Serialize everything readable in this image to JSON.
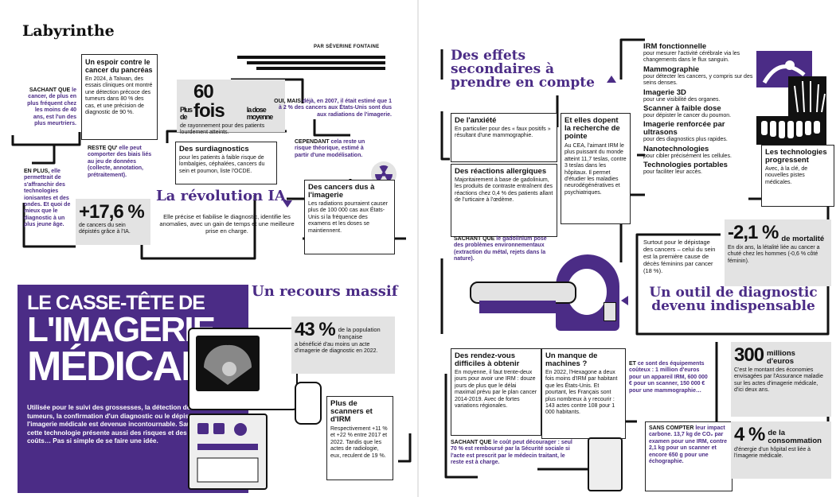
{
  "magazine": {
    "section": "Labyrinthe",
    "byline": "PAR SÉVERINE FONTAINE"
  },
  "colors": {
    "purple": "#4b2c86",
    "gray": "#e3e3e3",
    "ink": "#111111"
  },
  "left": {
    "espoir": {
      "title": "Un espoir contre le cancer du pancréas",
      "body": "En 2024, à Taïwan, des essais cliniques ont montré une détection précoce des tumeurs dans 80 % des cas, et une précision de diagnostic de 90 %."
    },
    "sachant1": {
      "lead": "SACHANT QUE",
      "body": "le cancer, de plus en plus fréquent chez les moins de 40 ans, est l'un des plus meurtriers."
    },
    "reste": {
      "lead": "RESTE QU'",
      "body": "elle peut comporter des biais liés au jeu de données (collecte, annotation, prétraitement)."
    },
    "enplus": {
      "lead": "EN PLUS,",
      "body": "elle permettrait de s'affranchir des technologies ionisantes et des ondes. Et quoi de mieux que le diagnostic à un plus jeune âge."
    },
    "plus60": {
      "pre": "Plus de",
      "big": "60 fois",
      "post": "la dose moyenne",
      "body": "de rayonnement pour des patients lourdement atteints."
    },
    "ouimais": {
      "lead": "OUI, MAIS",
      "body": "déjà, en 2007, il était estimé que 1 à 2 % des cancers aux États-Unis sont dus aux radiations de l'imagerie."
    },
    "surdiag": {
      "title": "Des surdiagnostics",
      "body": "pour les patients à faible risque de lombalgies, céphalées, cancers du sein et poumon, liste l'OCDE."
    },
    "cependant": {
      "lead": "CEPENDANT",
      "body": "cela reste un risque théorique, estimé à partir d'une modélisation."
    },
    "cancers": {
      "title": "Des cancers dus à l'imagerie",
      "body": "Les radiations pourraient causer plus de 100 000 cas aux États-Unis si la fréquence des examens et les doses se maintiennent."
    },
    "revolution": {
      "title": "La révolution IA",
      "body": "Elle précise et fiabilise le diagnostic, identifie les anomalies, avec un gain de temps et une meilleure prise en charge."
    },
    "stat176": {
      "big": "+17,6 %",
      "body": "de cancers du sein dépistés grâce à l'IA."
    },
    "hero": {
      "line1": "LE CASSE-TÊTE DE",
      "line2": "L'IMAGERIE",
      "line3": "MÉDICALE",
      "body": "Utilisée pour le suivi des grossesses, la détection des tumeurs, la confirmation d'un diagnostic ou le dépistage, l'imagerie médicale est devenue incontournable. Sauf que cette technologie présente aussi des risques et des coûts… Pas si simple de se faire une idée."
    },
    "recours": {
      "title": "Un recours massif"
    },
    "stat43": {
      "big": "43 %",
      "label": "de la population française",
      "body": "a bénéficié d'au moins un acte d'imagerie de diagnostic en 2022."
    },
    "scanners": {
      "title": "Plus de scanners et d'IRM",
      "body": "Respectivement +11 % et +22 % entre 2017 et 2022. Tandis que les actes de radiologie, eux, reculent de 19 %."
    }
  },
  "right": {
    "effets": {
      "title": "Des effets secondaires à prendre en compte"
    },
    "anxiete": {
      "title": "De l'anxiété",
      "body": "En particulier pour des « faux positifs » résultant d'une mammographie."
    },
    "reactions": {
      "title": "Des réactions allergiques",
      "body": "Majoritairement à base de gadolinium, les produits de contraste entraînent des réactions chez 0,4 % des patients allant de l'urticaire à l'œdème."
    },
    "recherche": {
      "title": "Et elles dopent la recherche de pointe",
      "body": "Au CEA, l'aimant IRM le plus puissant du monde atteint 11,7 teslas, contre 3 teslas dans les hôpitaux. Il permet d'étudier les maladies neurodégénératives et psychiatriques."
    },
    "sachant2": {
      "lead": "SACHANT QUE",
      "body": "le gadolinium pose des problèmes environnementaux (extraction du métal, rejets dans la nature)."
    },
    "techs": [
      {
        "name": "IRM fonctionnelle",
        "desc": "pour mesurer l'activité cérébrale via les changements dans le flux sanguin."
      },
      {
        "name": "Mammographie",
        "desc": "pour détecter les cancers, y compris sur des seins denses."
      },
      {
        "name": "Imagerie 3D",
        "desc": "pour une visibilité des organes."
      },
      {
        "name": "Scanner à faible dose",
        "desc": "pour dépister le cancer du poumon."
      },
      {
        "name": "Imagerie renforcée par ultrasons",
        "desc": "pour des diagnostics plus rapides."
      },
      {
        "name": "Nanotechnologies",
        "desc": "pour cibler précisément les cellules."
      },
      {
        "name": "Technologies portables",
        "desc": "pour faciliter leur accès."
      }
    ],
    "progressent": {
      "title": "Les technologies progressent",
      "body": "Avec, à la clé, de nouvelles pistes médicales."
    },
    "surtout": {
      "body": "Surtout pour le dépistage des cancers – celui du sein est la première cause de décès féminins par cancer (18 %)."
    },
    "mortalite": {
      "big": "-2,1 %",
      "label": "de mortalité",
      "body": "En dix ans, la létalité liée au cancer a chuté chez les hommes (-0,6 % côté féminin)."
    },
    "outil": {
      "title": "Un outil de diagnostic devenu indispensable"
    },
    "rdv": {
      "title": "Des rendez-vous difficiles à obtenir",
      "body": "En moyenne, il faut trente-deux jours pour avoir une IRM : douze jours de plus que le délai maximal prévu par le plan cancer 2014-2019. Avec de fortes variations régionales."
    },
    "manque": {
      "title": "Un manque de machines ?",
      "body": "En 2022, l'Hexagone a deux fois moins d'IRM par habitant que les États-Unis. Et pourtant, les Français sont plus nombreux à y recourir : 143 actes contre 108 pour 1 000 habitants."
    },
    "couteux": {
      "lead": "ET",
      "body": "ce sont des équipements coûteux : 1 million d'euros pour un appareil IRM, 600 000 € pour un scanner, 150 000 € pour une mammographie…"
    },
    "sachant3": {
      "lead": "SACHANT QUE",
      "body": "le coût peut décourager : seul 70 % est remboursé par la Sécurité sociale si l'acte est prescrit par le médecin traitant, le reste est à charge."
    },
    "sanscompter": {
      "lead": "SANS COMPTER",
      "body": "leur impact carbone. 13,7 kg de CO₂ par examen pour une IRM, contre 2,1 kg pour un scanner et encore 650 g pour une échographie."
    },
    "millions": {
      "big": "300",
      "label": "millions d'euros",
      "body": "C'est le montant des économies envisagées par l'Assurance maladie sur les actes d'imagerie médicale, d'ici deux ans."
    },
    "consommation": {
      "big": "4 %",
      "label": "de la consommation",
      "body": "d'énergie d'un hôpital est liée à l'imagerie médicale."
    }
  }
}
